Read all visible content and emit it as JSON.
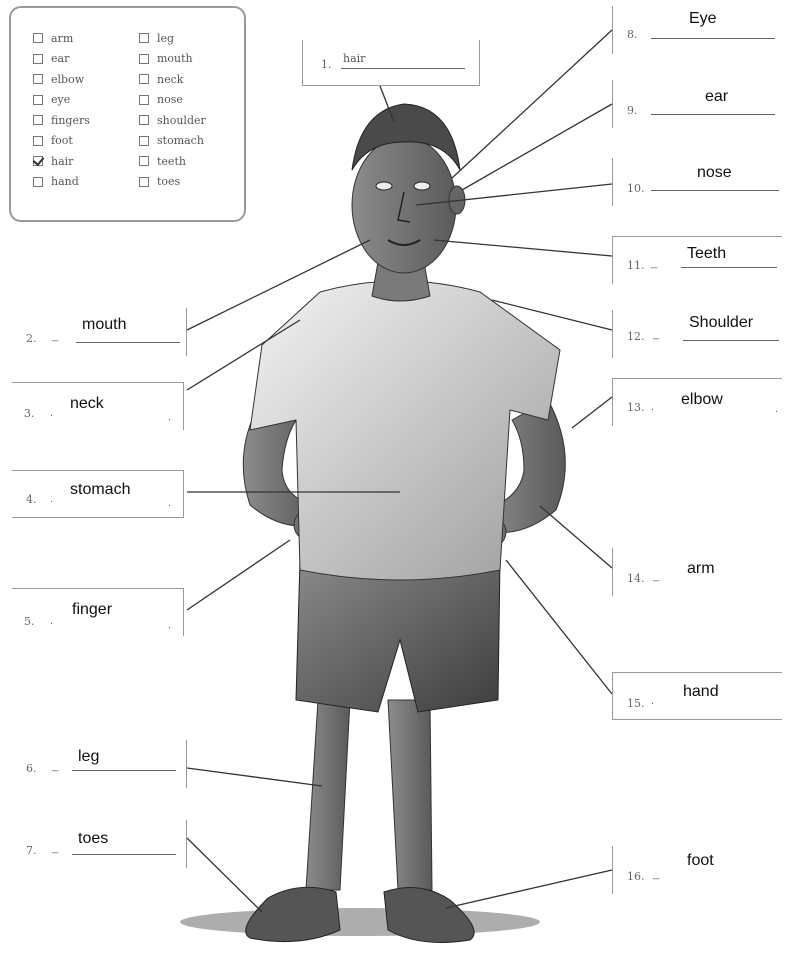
{
  "word_bank": {
    "left_column": [
      {
        "word": "arm",
        "checked": false
      },
      {
        "word": "ear",
        "checked": false
      },
      {
        "word": "elbow",
        "checked": false
      },
      {
        "word": "eye",
        "checked": false
      },
      {
        "word": "fingers",
        "checked": false
      },
      {
        "word": "foot",
        "checked": false
      },
      {
        "word": "hair",
        "checked": true
      },
      {
        "word": "hand",
        "checked": false
      }
    ],
    "right_column": [
      {
        "word": "leg",
        "checked": false
      },
      {
        "word": "mouth",
        "checked": false
      },
      {
        "word": "neck",
        "checked": false
      },
      {
        "word": "nose",
        "checked": false
      },
      {
        "word": "shoulder",
        "checked": false
      },
      {
        "word": "stomach",
        "checked": false
      },
      {
        "word": "teeth",
        "checked": false
      },
      {
        "word": "toes",
        "checked": false
      }
    ]
  },
  "labels": [
    {
      "number": "1.",
      "answer": "hair"
    },
    {
      "number": "2.",
      "answer": "mouth"
    },
    {
      "number": "3.",
      "answer": "neck"
    },
    {
      "number": "4.",
      "answer": "stomach"
    },
    {
      "number": "5.",
      "answer": "finger"
    },
    {
      "number": "6.",
      "answer": "leg"
    },
    {
      "number": "7.",
      "answer": "toes"
    },
    {
      "number": "8.",
      "answer": "Eye"
    },
    {
      "number": "9.",
      "answer": "ear"
    },
    {
      "number": "10.",
      "answer": "nose"
    },
    {
      "number": "11.",
      "answer": "Teeth"
    },
    {
      "number": "12.",
      "answer": "Shoulder"
    },
    {
      "number": "13.",
      "answer": "elbow"
    },
    {
      "number": "14.",
      "answer": "arm"
    },
    {
      "number": "15.",
      "answer": "hand"
    },
    {
      "number": "16.",
      "answer": "foot"
    }
  ]
}
